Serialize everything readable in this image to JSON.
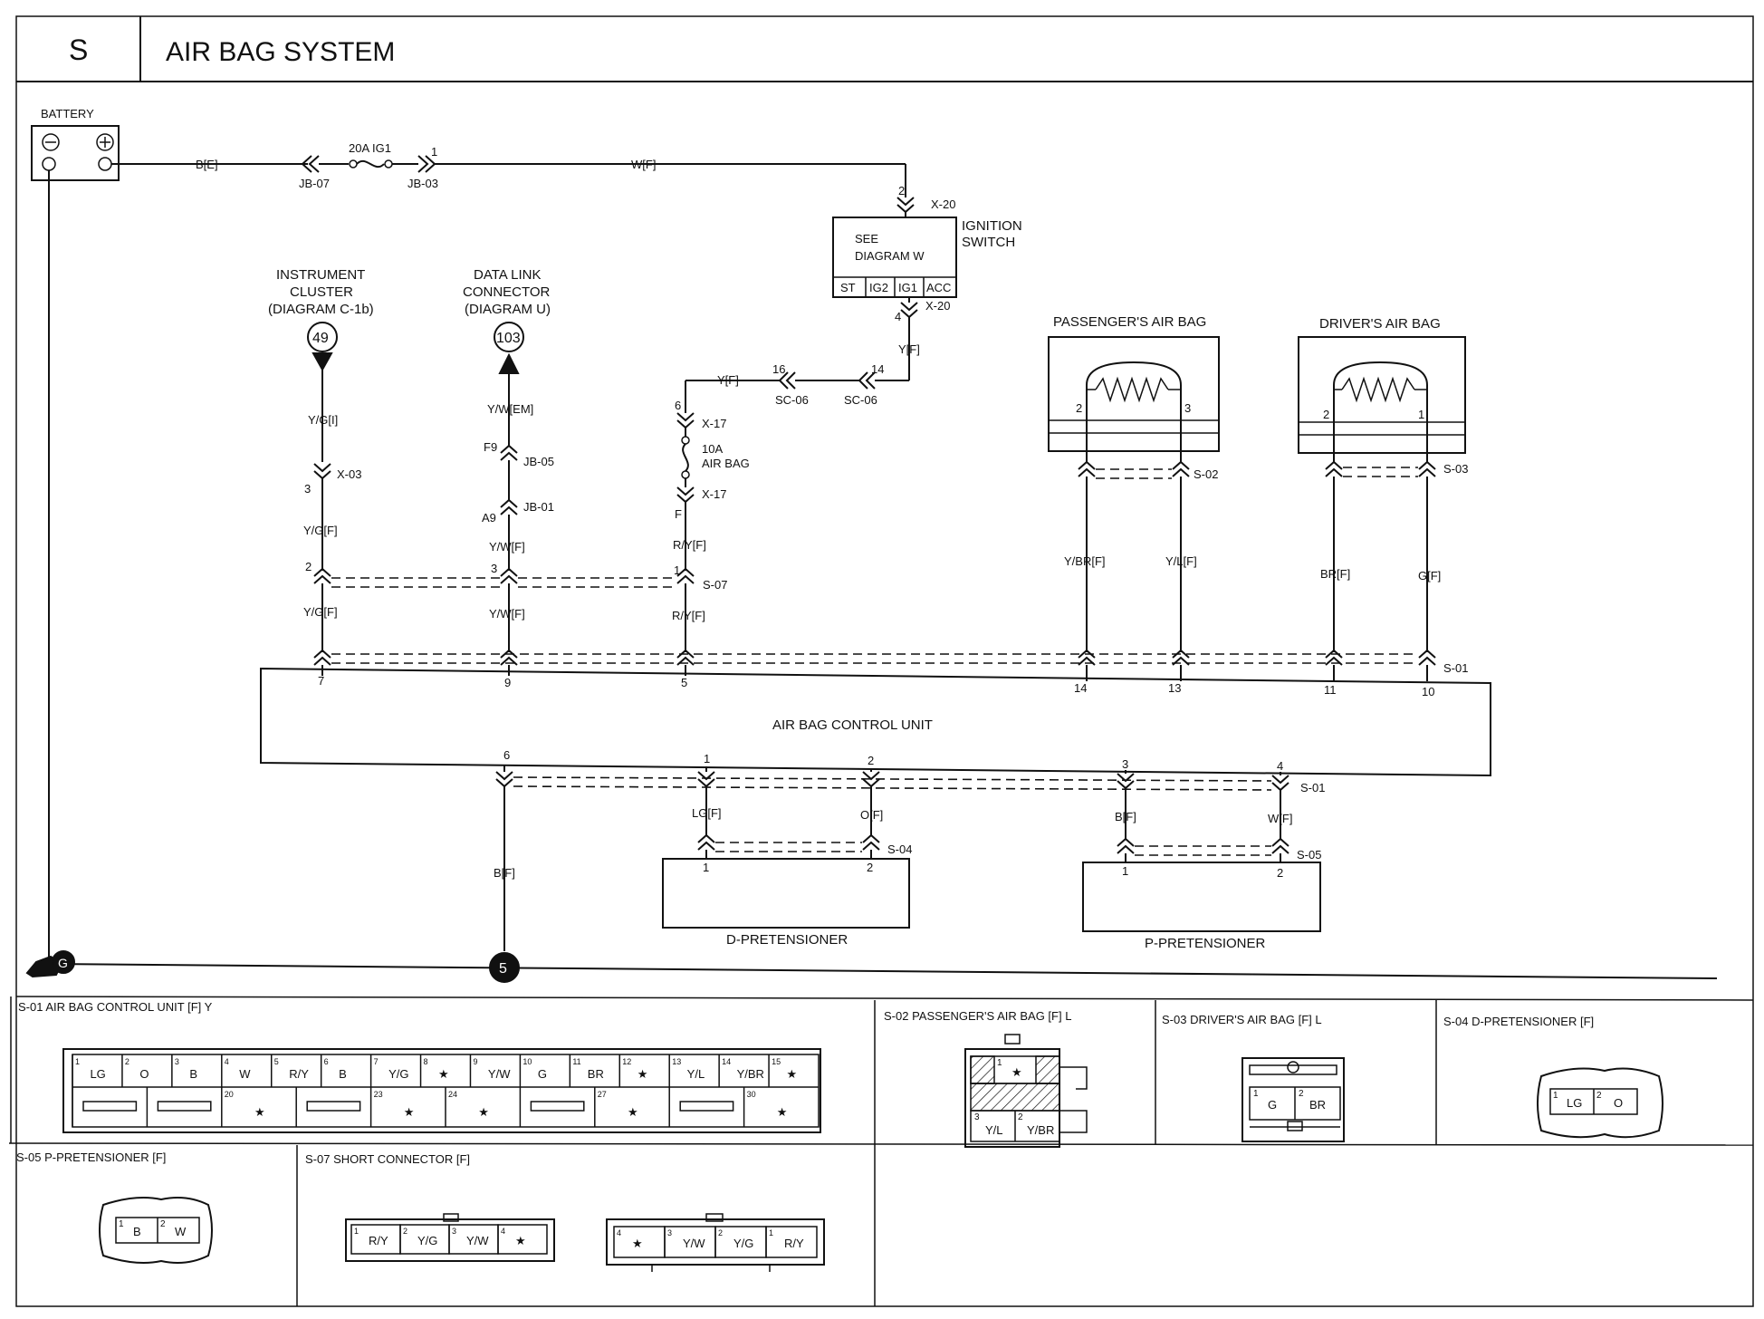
{
  "header": {
    "section": "S",
    "title": "AIR BAG SYSTEM"
  },
  "battery": {
    "label": "BATTERY"
  },
  "wires": {
    "batt_out": "B[E]",
    "fuse_ig1": "20A IG1",
    "jb07": "JB-07",
    "jb03": "JB-03",
    "jb03_pin": "1",
    "w_f": "W[F]",
    "x20_top_pin": "2",
    "x20": "X-20",
    "x20_bot_pin": "4",
    "y_f": "Y[F]",
    "sc06_pin_a": "16",
    "sc06_pin_b": "14",
    "sc06": "SC-06",
    "y_f2": "Y[F]",
    "x17_top_pin": "6",
    "x17": "X-17",
    "fuse_airbag": "10A",
    "fuse_airbag2": "AIR BAG",
    "x17_bot_pin": "F",
    "ry_f": "R/Y[F]",
    "s07_pin_ry": "1",
    "s07": "S-07",
    "ry_f2": "R/Y[F]",
    "yg_i": "Y/G[I]",
    "x03": "X-03",
    "x03_pin": "3",
    "yg_f": "Y/G[F]",
    "s07_pin_yg": "2",
    "yg_f2": "Y/G[F]",
    "yw_em": "Y/W[EM]",
    "jb05_pin": "F9",
    "jb05": "JB-05",
    "jb01_pin": "A9",
    "jb01": "JB-01",
    "yw_f": "Y/W[F]",
    "s07_pin_yw": "3",
    "yw_f2": "Y/W[F]",
    "ybr_f": "Y/BR[F]",
    "yl_f": "Y/L[F]",
    "br_f": "BR[F]",
    "g_f": "G[F]",
    "s02": "S-02",
    "s03": "S-03",
    "s01": "S-01",
    "s01b": "S-01",
    "lg_f": "LG[F]",
    "o_f": "O[F]",
    "s04": "S-04",
    "b_f": "B[F]",
    "w_f2": "W[F]",
    "s05": "S-05",
    "gnd_b_f": "B[F]"
  },
  "ignition": {
    "see": "SEE",
    "diagram": "DIAGRAM  W",
    "label1": "IGNITION",
    "label2": "SWITCH",
    "terms": [
      "ST",
      "IG2",
      "IG1",
      "ACC"
    ]
  },
  "cluster": {
    "l1": "INSTRUMENT",
    "l2": "CLUSTER",
    "l3": "(DIAGRAM C-1b)",
    "num": "49"
  },
  "dlc": {
    "l1": "DATA LINK",
    "l2": "CONNECTOR",
    "l3": "(DIAGRAM U)",
    "num": "103"
  },
  "pab": {
    "label": "PASSENGER'S AIR BAG",
    "p1": "2",
    "p2": "3"
  },
  "dab": {
    "label": "DRIVER'S AIR BAG",
    "p1": "2",
    "p2": "1"
  },
  "acu": {
    "label": "AIR BAG CONTROL UNIT",
    "top_pins": [
      "7",
      "9",
      "5",
      "14",
      "13",
      "11",
      "10"
    ],
    "bot_pins": [
      "6",
      "1",
      "2",
      "3",
      "4"
    ]
  },
  "dpre": {
    "label": "D-PRETENSIONER",
    "p1": "1",
    "p2": "2"
  },
  "ppre": {
    "label": "P-PRETENSIONER",
    "p1": "1",
    "p2": "2"
  },
  "ground": {
    "g": "G",
    "num": "5"
  },
  "connectors": {
    "s01": {
      "title": "S-01 AIR BAG CONTROL UNIT [F] Y",
      "top": [
        [
          "1",
          "LG"
        ],
        [
          "2",
          "O"
        ],
        [
          "3",
          "B"
        ],
        [
          "4",
          "W"
        ],
        [
          "5",
          "R/Y"
        ],
        [
          "6",
          "B"
        ],
        [
          "7",
          "Y/G"
        ],
        [
          "8",
          "★"
        ],
        [
          "9",
          "Y/W"
        ],
        [
          "10",
          "G"
        ],
        [
          "11",
          "BR"
        ],
        [
          "12",
          "★"
        ],
        [
          "13",
          "Y/L"
        ],
        [
          "14",
          "Y/BR"
        ],
        [
          "15",
          "★"
        ]
      ],
      "bot": [
        [
          "",
          ""
        ],
        [
          "",
          ""
        ],
        [
          "20",
          "★"
        ],
        [
          "",
          ""
        ],
        [
          "23",
          "★"
        ],
        [
          "24",
          "★"
        ],
        [
          "",
          ""
        ],
        [
          "27",
          "★"
        ],
        [
          "",
          ""
        ],
        [
          "30",
          "★"
        ]
      ]
    },
    "s02": {
      "title": "S-02 PASSENGER'S AIR BAG [F] L",
      "c1n": "1",
      "c1": "★",
      "c3n": "3",
      "c3": "Y/L",
      "c2n": "2",
      "c2": "Y/BR"
    },
    "s03": {
      "title": "S-03 DRIVER'S AIR BAG [F] L",
      "c1n": "1",
      "c1": "G",
      "c2n": "2",
      "c2": "BR"
    },
    "s04": {
      "title": "S-04 D-PRETENSIONER [F]",
      "c1n": "1",
      "c1": "LG",
      "c2n": "2",
      "c2": "O"
    },
    "s05": {
      "title": "S-05 P-PRETENSIONER [F]",
      "c1n": "1",
      "c1": "B",
      "c2n": "2",
      "c2": "W"
    },
    "s07": {
      "title": "S-07 SHORT CONNECTOR [F]",
      "a": [
        [
          "1",
          "R/Y"
        ],
        [
          "2",
          "Y/G"
        ],
        [
          "3",
          "Y/W"
        ],
        [
          "4",
          "★"
        ]
      ],
      "b": [
        [
          "4",
          "★"
        ],
        [
          "3",
          "Y/W"
        ],
        [
          "2",
          "Y/G"
        ],
        [
          "1",
          "R/Y"
        ]
      ]
    }
  }
}
